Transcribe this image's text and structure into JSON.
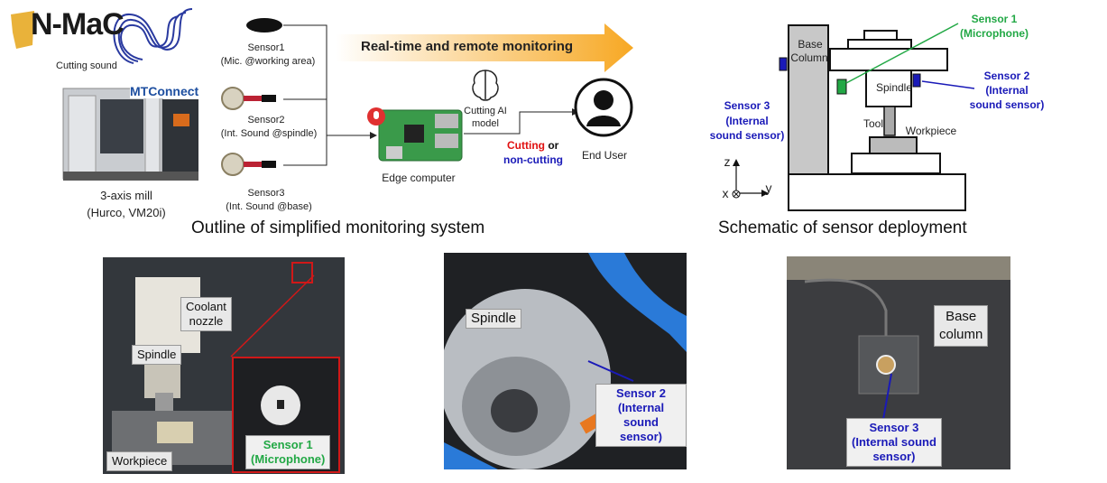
{
  "logo": {
    "text": "N-MaC"
  },
  "outline": {
    "cutting_sound_label": "Cutting sound",
    "mtconnect_label": "MTConnect",
    "mill_label_line1": "3-axis mill",
    "mill_label_line2": "(Hurco, VM20i)",
    "sensor1_line1": "Sensor1",
    "sensor1_line2": "(Mic. @working area)",
    "sensor2_line1": "Sensor2",
    "sensor2_line2": "(Int. Sound @spindle)",
    "sensor3_line1": "Sensor3",
    "sensor3_line2": "(Int. Sound @base)",
    "arrow_label": "Real-time and remote monitoring",
    "ai_model_line1": "Cutting AI",
    "ai_model_line2": "model",
    "edge_computer_label": "Edge computer",
    "cutting_word": "Cutting",
    "or_word": "or",
    "non_cutting_word": "non-cutting",
    "end_user_label": "End User",
    "caption": "Outline of simplified monitoring system"
  },
  "schematic": {
    "base_column_line1": "Base",
    "base_column_line2": "Column",
    "sensor1_line1": "Sensor 1",
    "sensor1_line2": "(Microphone)",
    "sensor2_line1": "Sensor 2",
    "sensor2_line2": "(Internal",
    "sensor2_line3": "sound sensor)",
    "sensor3_line1": "Sensor 3",
    "sensor3_line2": "(Internal",
    "sensor3_line3": "sound sensor)",
    "spindle_label": "Spindle",
    "tool_label": "Tool",
    "workpiece_label": "Workpiece",
    "axis_z": "z",
    "axis_x": "x",
    "axis_y": "y",
    "caption": "Schematic of sensor deployment"
  },
  "photo1": {
    "coolant_line1": "Coolant",
    "coolant_line2": "nozzle",
    "spindle_label": "Spindle",
    "workpiece_label": "Workpiece",
    "sensor_line1": "Sensor 1",
    "sensor_line2": "(Microphone)"
  },
  "photo2": {
    "spindle_label": "Spindle",
    "sensor_line1": "Sensor 2",
    "sensor_line2": "(Internal",
    "sensor_line3": "sound sensor)"
  },
  "photo3": {
    "base_line1": "Base",
    "base_line2": "column",
    "sensor_line1": "Sensor 3",
    "sensor_line2": "(Internal sound",
    "sensor_line3": "sensor)"
  },
  "colors": {
    "sensor_blue": "#1a1ab8",
    "sensor_green": "#22a845",
    "cutting_red": "#e01010",
    "arrow_orange": "#f7a823",
    "photo_red_box": "#d01818"
  }
}
